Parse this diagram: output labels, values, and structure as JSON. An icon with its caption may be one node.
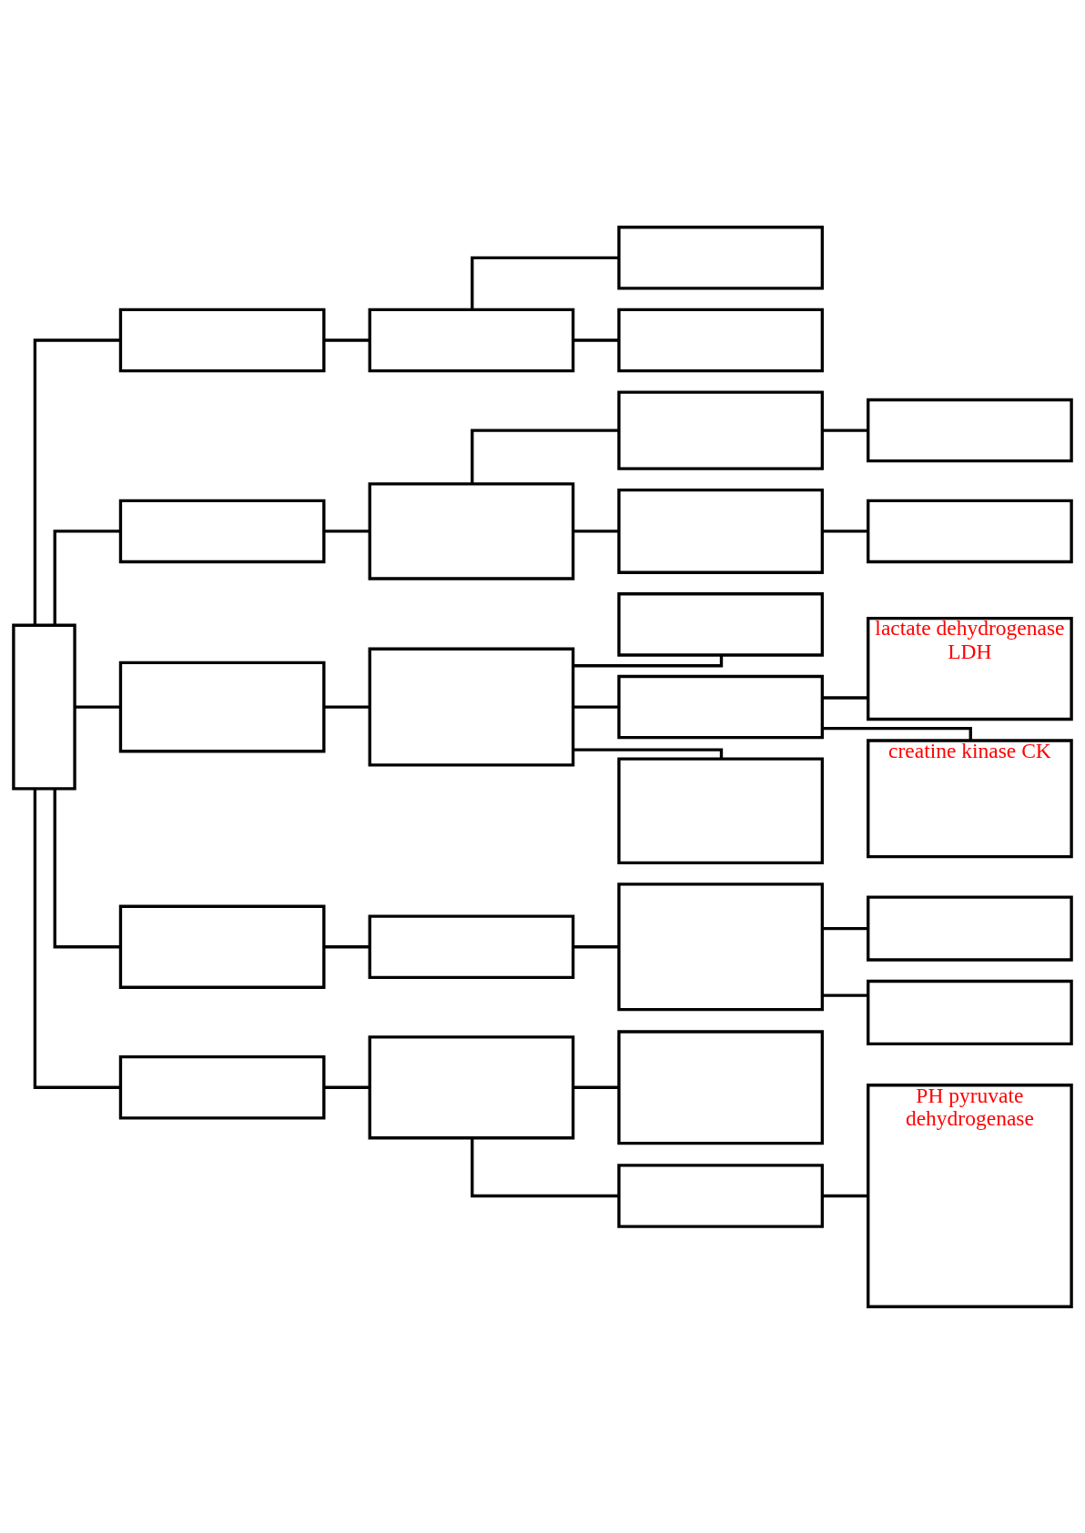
{
  "diagram": {
    "nodes": [
      {
        "text": [],
        "shape": "box"
      },
      {
        "text": [],
        "shape": "box"
      },
      {
        "text": [],
        "shape": "box"
      },
      {
        "text": [],
        "shape": "box"
      },
      {
        "text": [],
        "shape": "box"
      },
      {
        "text": [],
        "shape": "box"
      },
      {
        "text": [],
        "shape": "box"
      },
      {
        "text": [],
        "shape": "box"
      },
      {
        "text": [],
        "shape": "box"
      },
      {
        "text": [],
        "shape": "box"
      },
      {
        "text": [],
        "shape": "box"
      },
      {
        "text": [],
        "shape": "box"
      },
      {
        "text": [],
        "shape": "box"
      },
      {
        "text": [],
        "shape": "box"
      },
      {
        "text": [],
        "shape": "box"
      },
      {
        "text": [],
        "shape": "box"
      },
      {
        "text": [],
        "shape": "box"
      },
      {
        "text": [],
        "shape": "box"
      },
      {
        "text": [],
        "shape": "box"
      },
      {
        "text": [],
        "shape": "box"
      },
      {
        "text": [],
        "shape": "box"
      },
      {
        "text": [],
        "shape": "box"
      },
      {
        "text": [],
        "shape": "box"
      },
      {
        "text": [
          "lactate dehydrogenase LDH"
        ]
      },
      {
        "text": [
          "creatine kinase CK"
        ]
      },
      {
        "text": [],
        "shape": "box"
      },
      {
        "text": [],
        "shape": "box"
      },
      {
        "text": [
          "PH pyruvate dehydrogenase"
        ]
      }
    ],
    "edges": [
      {
        "from": 0,
        "to": 1,
        "arrow": "none"
      },
      {
        "from": 0,
        "to": 2,
        "arrow": "none"
      },
      {
        "from": 0,
        "to": 3,
        "arrow": "none"
      },
      {
        "from": 0,
        "to": 4,
        "arrow": "none"
      },
      {
        "from": 0,
        "to": 5,
        "arrow": "none"
      },
      {
        "from": 1,
        "to": 6,
        "arrow": "none"
      },
      {
        "from": 2,
        "to": 7,
        "arrow": "none"
      },
      {
        "from": 3,
        "to": 8,
        "arrow": "none"
      },
      {
        "from": 4,
        "to": 9,
        "arrow": "none"
      },
      {
        "from": 5,
        "to": 10,
        "arrow": "none"
      },
      {
        "from": 6,
        "to": 11,
        "arrow": "none"
      },
      {
        "from": 6,
        "to": 12,
        "arrow": "none"
      },
      {
        "from": 7,
        "to": 13,
        "arrow": "none"
      },
      {
        "from": 7,
        "to": 14,
        "arrow": "none"
      },
      {
        "from": 8,
        "to": 15,
        "arrow": "none"
      },
      {
        "from": 8,
        "to": 16,
        "arrow": "none"
      },
      {
        "from": 8,
        "to": 17,
        "arrow": "none"
      },
      {
        "from": 9,
        "to": 18,
        "arrow": "none"
      },
      {
        "from": 10,
        "to": 19,
        "arrow": "none"
      },
      {
        "from": 10,
        "to": 20,
        "arrow": "none"
      },
      {
        "from": 13,
        "to": 21,
        "arrow": "none"
      },
      {
        "from": 14,
        "to": 22,
        "arrow": "none"
      },
      {
        "from": 16,
        "to": 23,
        "arrow": "none"
      },
      {
        "from": 16,
        "to": 24,
        "arrow": "none"
      },
      {
        "from": 18,
        "to": 25,
        "arrow": "none"
      },
      {
        "from": 18,
        "to": 26,
        "arrow": "none"
      },
      {
        "from": 20,
        "to": 27,
        "arrow": "none"
      }
    ]
  }
}
